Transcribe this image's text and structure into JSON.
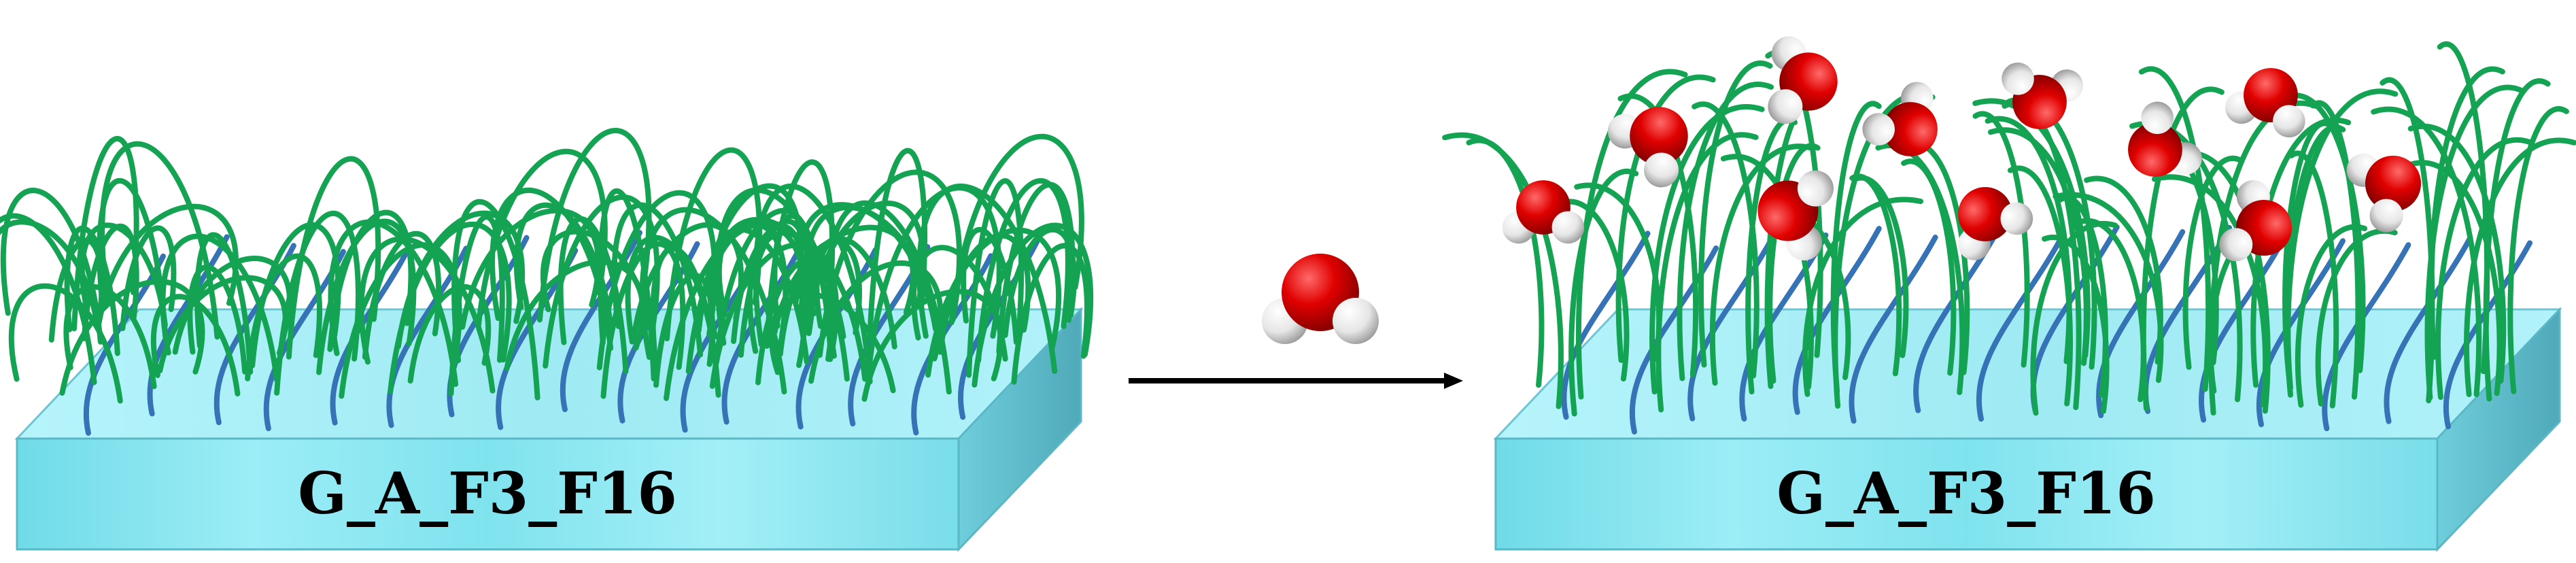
{
  "panels": [
    {
      "id": "before",
      "substrate_label": "G_A_F3_F16",
      "water_adsorbed": false
    },
    {
      "id": "after",
      "substrate_label": "G_A_F3_F16",
      "water_adsorbed": true
    }
  ],
  "reaction": {
    "reagent_icon": "water-molecule-icon",
    "arrow_icon": "reaction-arrow-icon"
  },
  "colors": {
    "substrate_top": "#a9f2fb",
    "substrate_front": "#80e6f0",
    "substrate_side": "#64c6d3",
    "substrate_edge": "#5ab8c6",
    "fluoro_chain": "#14a352",
    "anchor_chain": "#3572b6",
    "oxygen": "#e00000",
    "hydrogen": "#f2f2f2",
    "arrow": "#000000"
  }
}
